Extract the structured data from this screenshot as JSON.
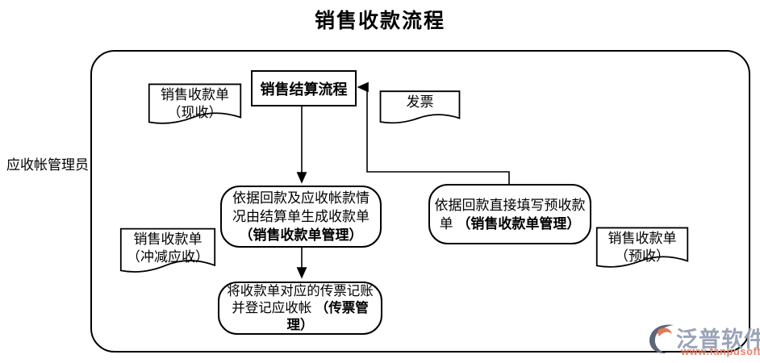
{
  "title": "销售收款流程",
  "lane": {
    "label": "应收帐管理员"
  },
  "flow": {
    "settlement_box": {
      "label": "销售结算流程"
    },
    "cash_receipt_doc": {
      "label": "销售收款单\n（现收）"
    },
    "invoice_doc": {
      "label": "发票"
    },
    "generate_receipt_box": {
      "text": "依据回款及应收帐款情况由结算单生成收款单",
      "bold_text": "（销售收款单管理）"
    },
    "advance_fill_box": {
      "text": "依据回款直接填写预收款单 ",
      "bold_text": "（销售收款单管理）"
    },
    "offset_receipt_doc": {
      "label": "销售收款单\n（冲减应收）"
    },
    "advance_receipt_doc": {
      "label": "销售收款单\n（预收）"
    },
    "voucher_box": {
      "text": "将收款单对应的传票记账并登记应收帐 ",
      "bold_text": "（传票管理）"
    }
  },
  "logo": {
    "brand": "泛普软件",
    "url": "www.fanpusoft.com"
  },
  "colors": {
    "line": "#000000",
    "brand_text": "#9aa3b8",
    "brand_url": "#e8806a",
    "logo_dark": "#5c6779",
    "logo_orange": "#e07a56"
  }
}
